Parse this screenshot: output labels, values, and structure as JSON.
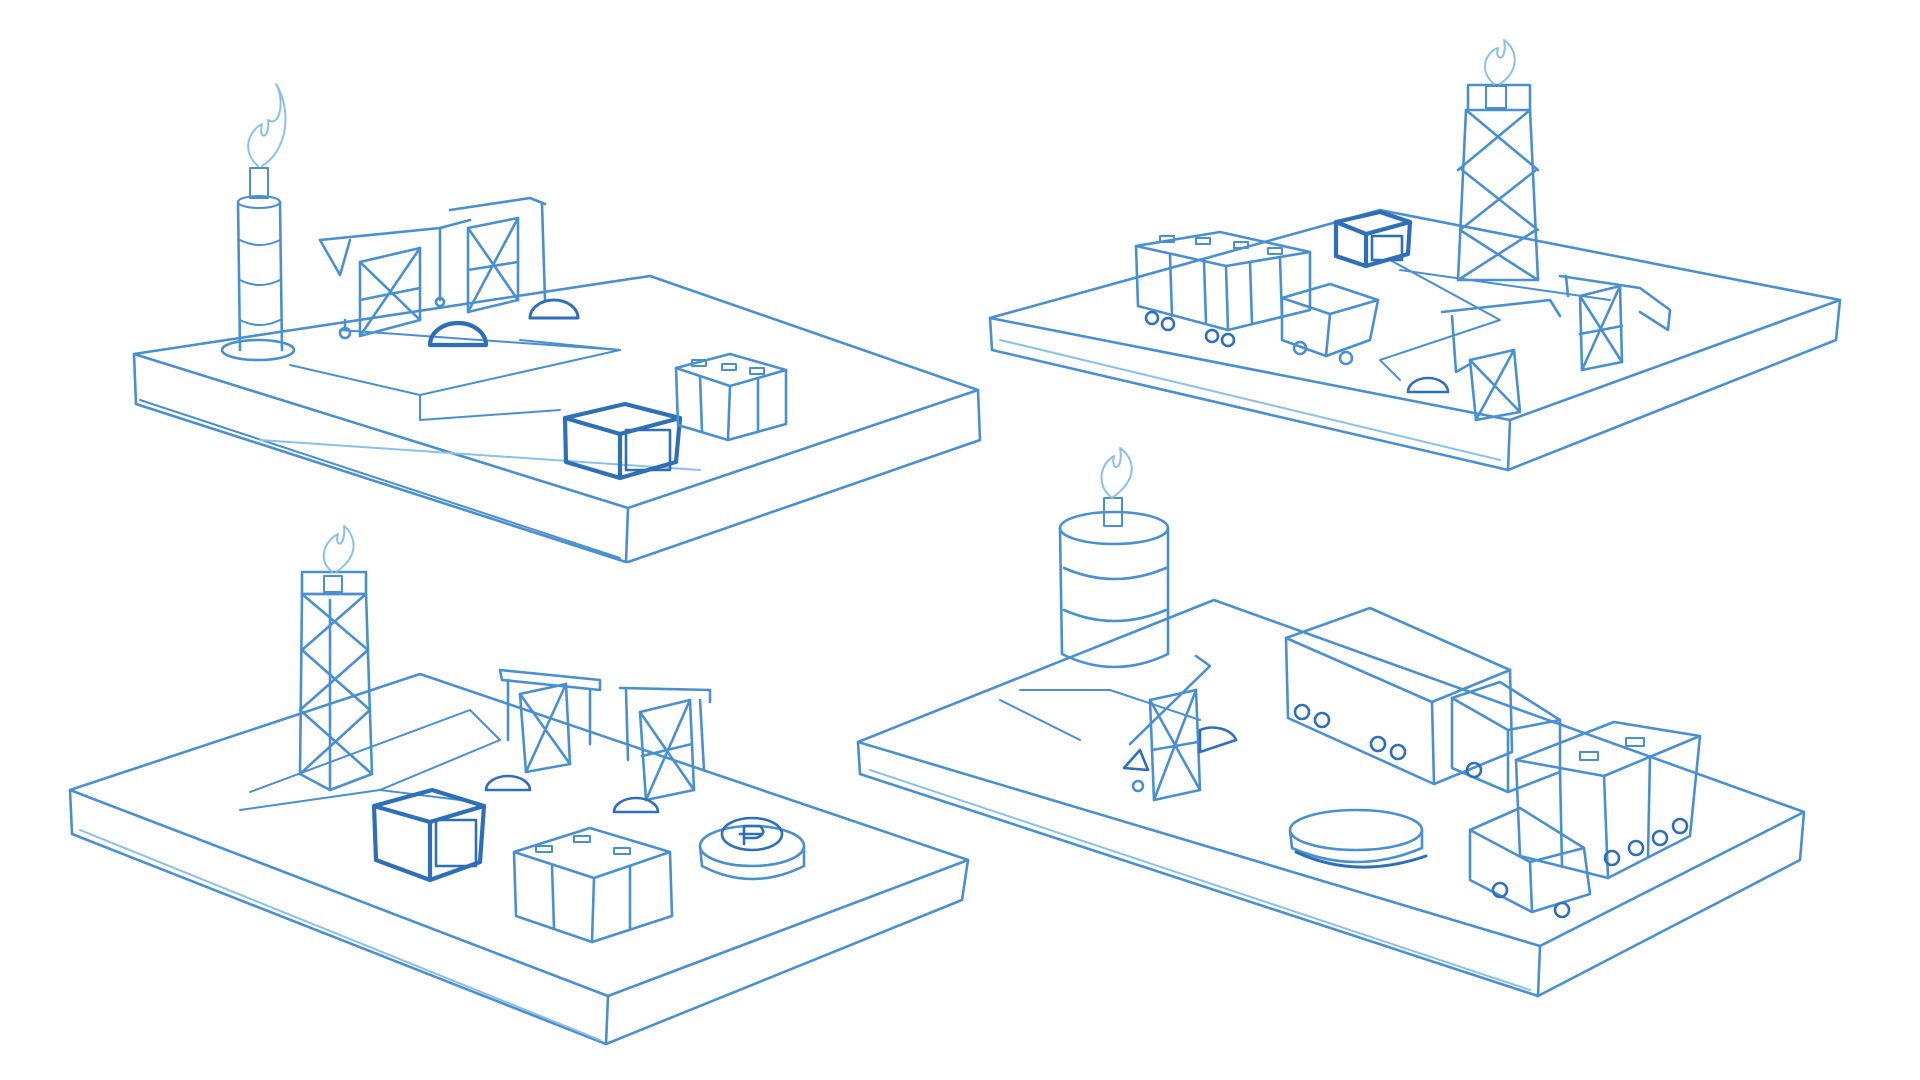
{
  "colors": {
    "background": "#ffffff",
    "ink": "#4a90d0",
    "ink_dark": "#2f6fb8",
    "ink_light": "#8cc0ea"
  },
  "platforms": [
    {
      "name": "top-left-site",
      "icons": [
        "flare-stack-icon",
        "pump-jack-icon",
        "pump-jack-icon",
        "container-icon",
        "storage-tanks-icon"
      ]
    },
    {
      "name": "top-right-site",
      "icons": [
        "derrick-flare-icon",
        "tanker-truck-icon",
        "container-icon",
        "pump-jack-icon",
        "pump-jack-icon"
      ]
    },
    {
      "name": "bottom-left-site",
      "icons": [
        "derrick-flare-icon",
        "pump-jack-icon",
        "pump-jack-icon",
        "container-icon",
        "storage-tanks-icon",
        "coin-icon"
      ]
    },
    {
      "name": "bottom-right-site",
      "icons": [
        "flare-tank-icon",
        "pump-jack-icon",
        "box-truck-icon",
        "tanker-truck-icon",
        "storage-pad-icon"
      ]
    }
  ]
}
